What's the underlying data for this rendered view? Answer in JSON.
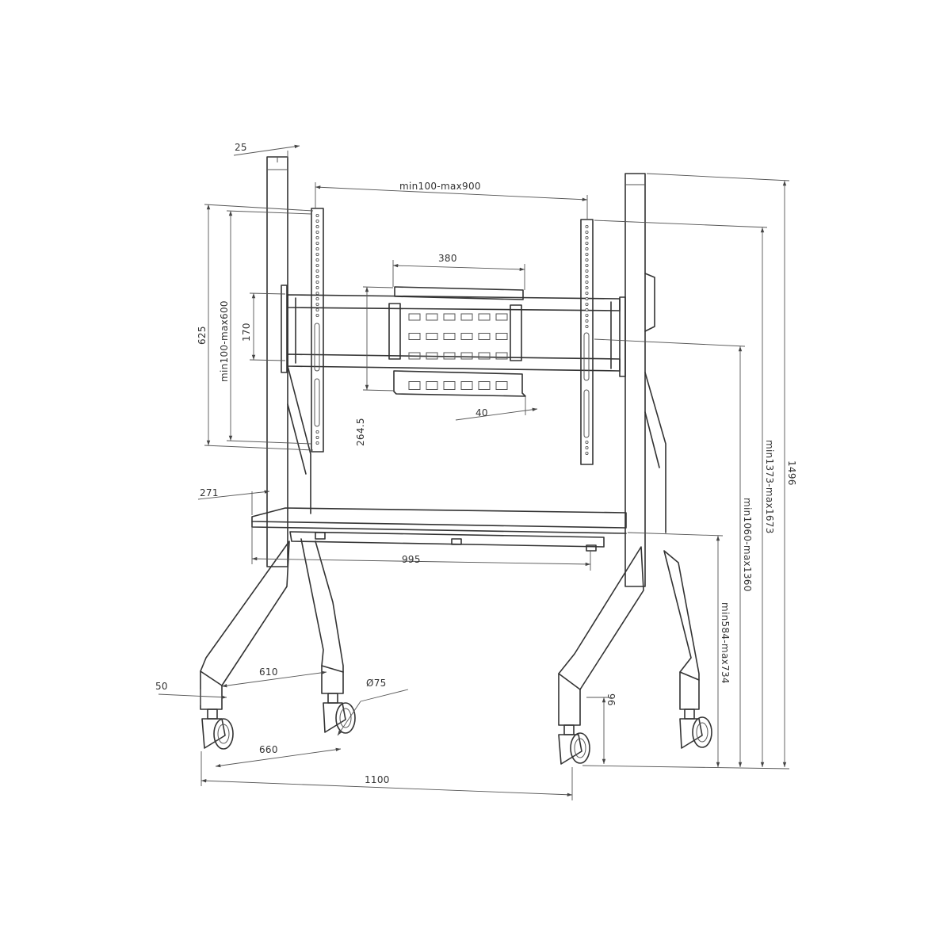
{
  "dimensions": {
    "post_width": "25",
    "vesa_horizontal": "min100-max900",
    "bracket_width": "380",
    "vesa_vertical": "min100-max600",
    "rail_height": "625",
    "bracket_height": "170",
    "bracket_drop": "264.5",
    "bracket_depth": "40",
    "shelf_offset": "271",
    "shelf_width": "995",
    "overall_height": "1496",
    "mount_height_top": "min1373-max1673",
    "mount_height_center": "min1060-max1360",
    "shelf_height": "min584-max734",
    "leg_depth_upper": "610",
    "leg_offset": "50",
    "caster_diameter": "Ø75",
    "leg_depth_lower": "660",
    "caster_height": "96",
    "overall_width": "1100"
  },
  "colors": {
    "line": "#333333",
    "background": "#ffffff"
  }
}
